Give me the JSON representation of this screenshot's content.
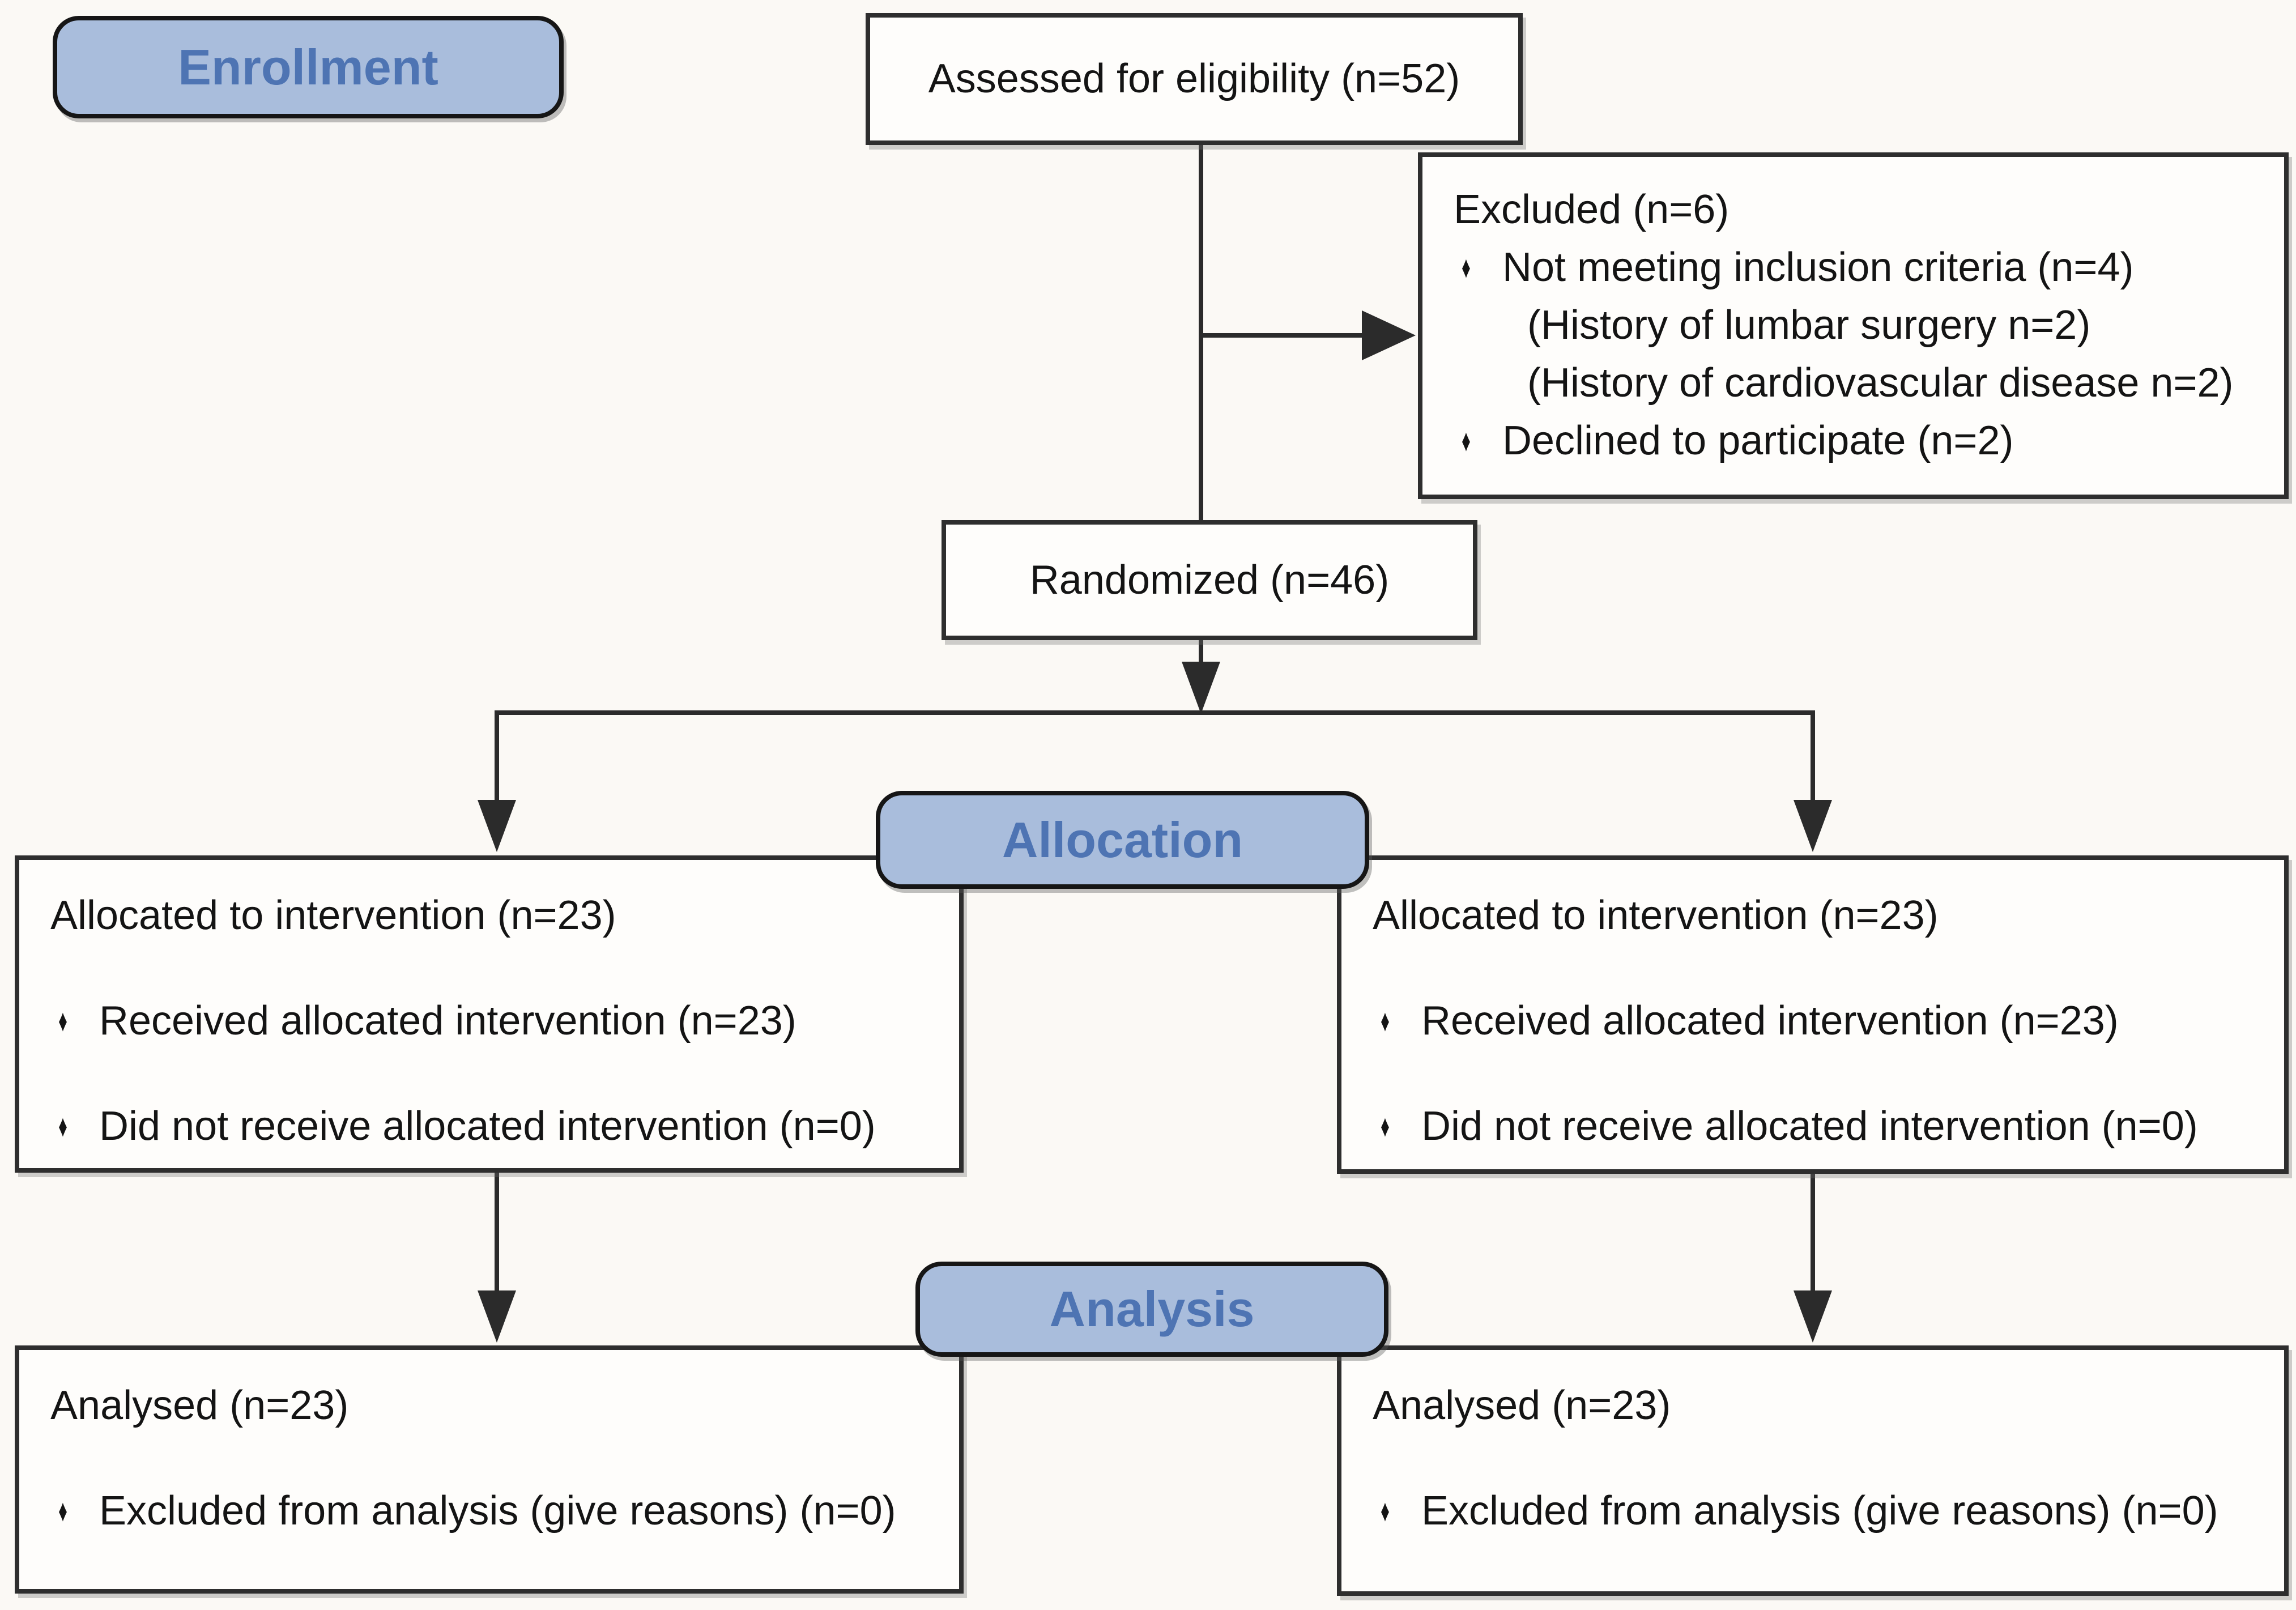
{
  "diagram_title": "CONSORT participant flow diagram",
  "bullet_glyph": "♦",
  "colors": {
    "banner_fill": "#a9bddc",
    "banner_text": "#4e74b3",
    "line": "#2b2b2b",
    "box_bg": "#fefdfb",
    "page_bg": "#fbf9f5",
    "text": "#141414"
  },
  "stages": {
    "enrollment": {
      "label": "Enrollment"
    },
    "allocation": {
      "label": "Allocation"
    },
    "analysis": {
      "label": "Analysis"
    }
  },
  "boxes": {
    "assessed": {
      "text": "Assessed for eligibility (n=52)"
    },
    "excluded": {
      "title": "Excluded (n=6)",
      "items": [
        {
          "text": "Not meeting inclusion criteria (n=4)",
          "style": "bullet"
        },
        {
          "text": "(History of lumbar surgery n=2)",
          "style": "indent"
        },
        {
          "text": "(History of cardiovascular disease n=2)",
          "style": "indent"
        },
        {
          "text": "Declined to participate (n=2)",
          "style": "bullet"
        }
      ]
    },
    "randomized": {
      "text": "Randomized (n=46)"
    },
    "allocation_left": {
      "title": "Allocated to intervention (n=23)",
      "items": [
        {
          "text": "Received allocated intervention (n=23)",
          "style": "bullet"
        },
        {
          "text": "Did not receive allocated intervention (n=0)",
          "style": "bullet"
        }
      ]
    },
    "allocation_right": {
      "title": "Allocated to intervention (n=23)",
      "items": [
        {
          "text": "Received allocated intervention (n=23)",
          "style": "bullet"
        },
        {
          "text": "Did not receive allocated intervention (n=0)",
          "style": "bullet"
        }
      ]
    },
    "analysis_left": {
      "title": "Analysed (n=23)",
      "items": [
        {
          "text": "Excluded from analysis (give reasons) (n=0)",
          "style": "bullet"
        }
      ]
    },
    "analysis_right": {
      "title": "Analysed (n=23)",
      "items": [
        {
          "text": "Excluded from analysis (give reasons) (n=0)",
          "style": "bullet"
        }
      ]
    }
  }
}
